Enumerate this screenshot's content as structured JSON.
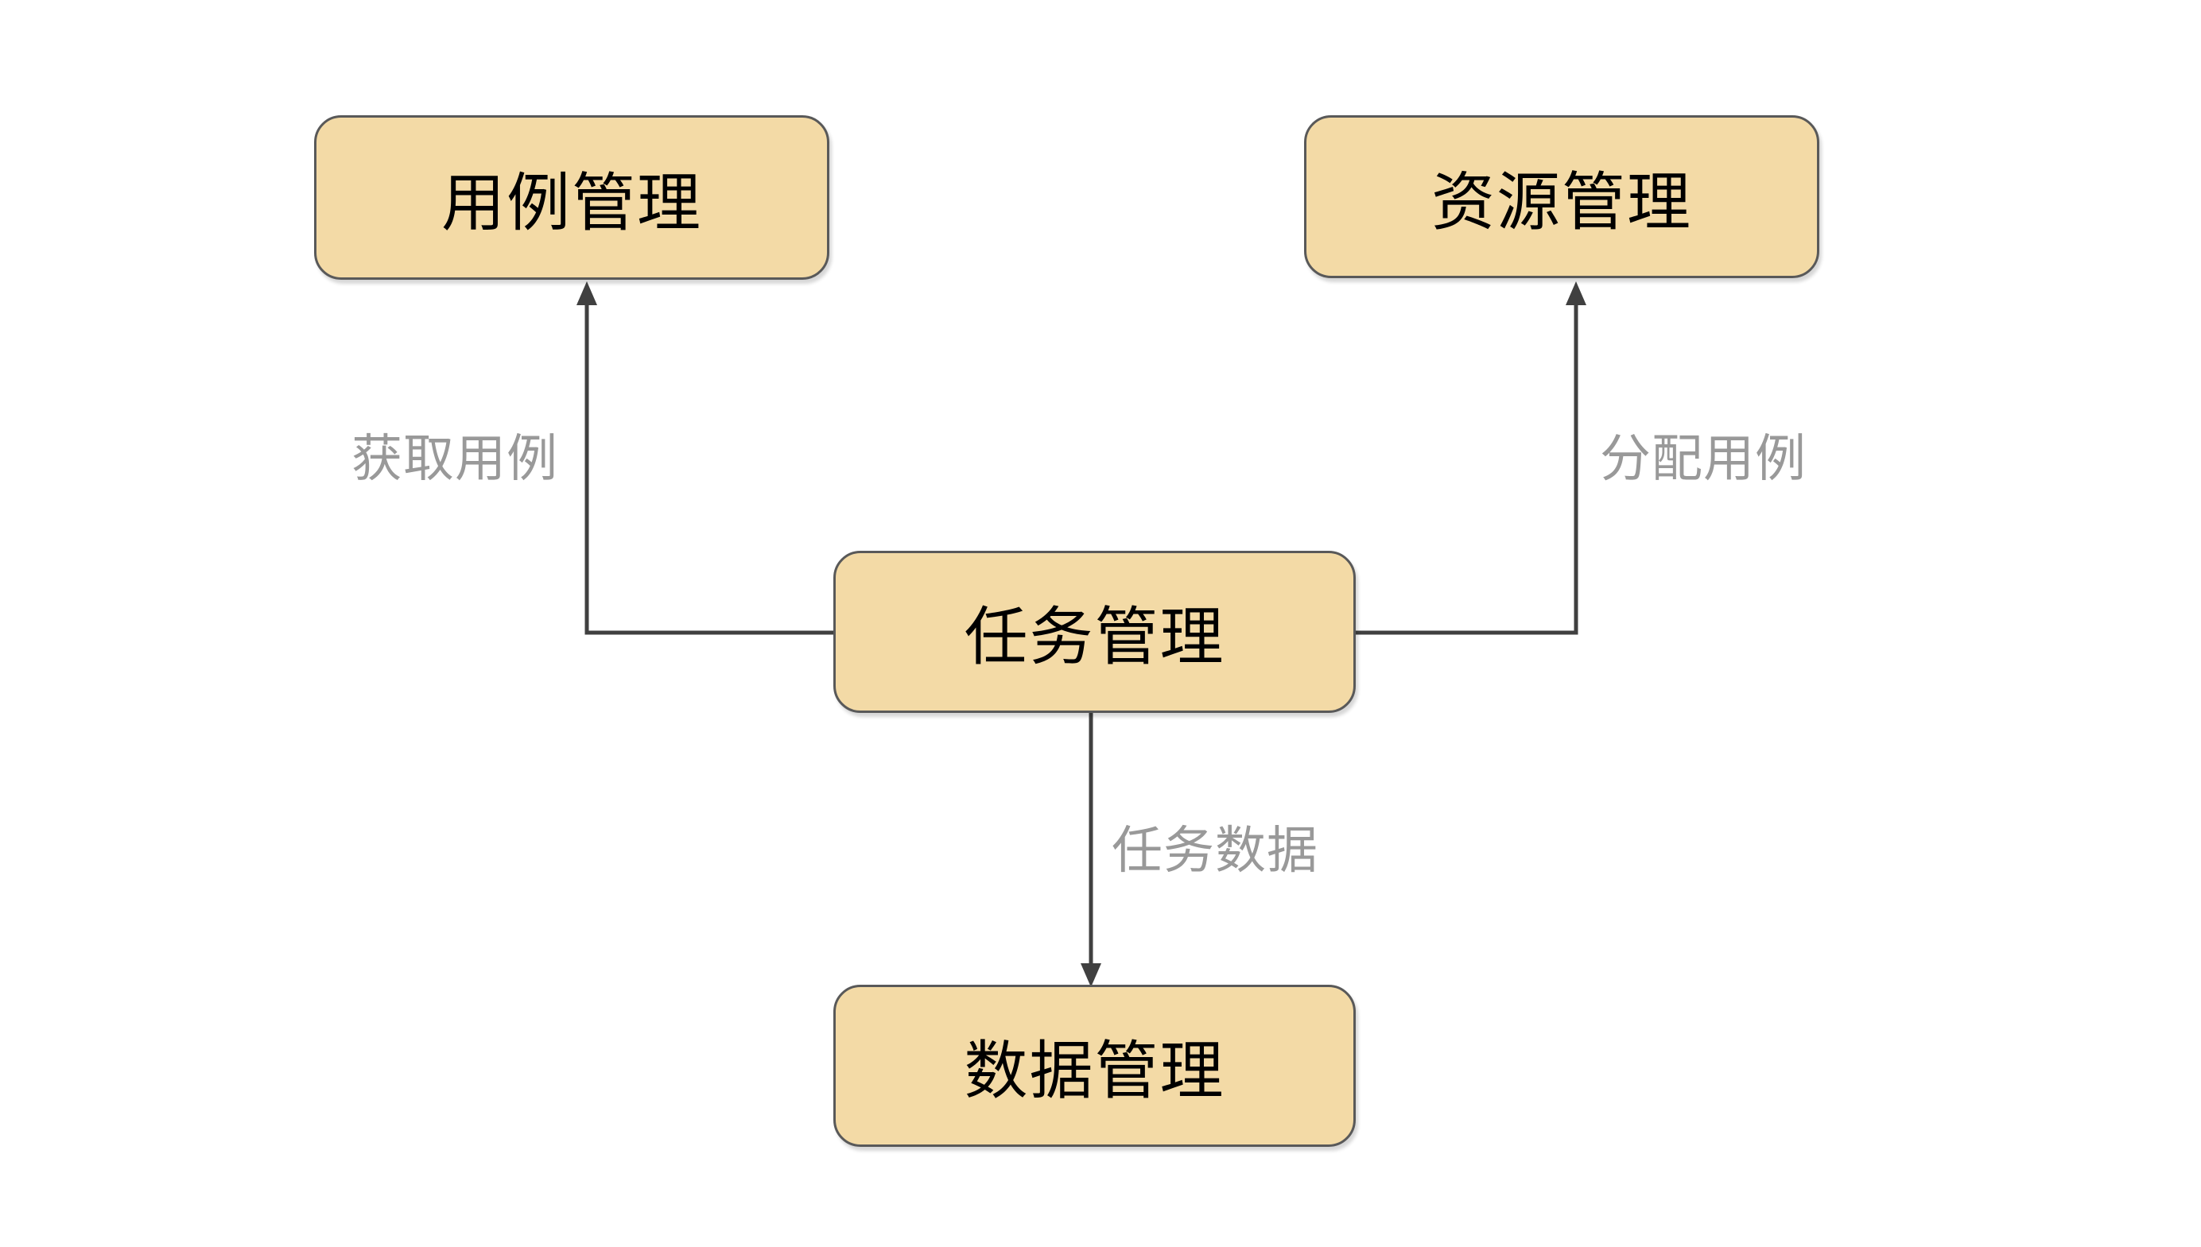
{
  "diagram": {
    "type": "flowchart",
    "colors": {
      "background": "#FFFFFF",
      "node_fill": "#F3DAA6",
      "node_border": "#595959",
      "node_text": "#000000",
      "edge_line": "#404040",
      "edge_label": "#999999"
    },
    "nodes": [
      {
        "id": "use-case-management",
        "label": "用例管理"
      },
      {
        "id": "resource-management",
        "label": "资源管理"
      },
      {
        "id": "task-management",
        "label": "任务管理"
      },
      {
        "id": "data-management",
        "label": "数据管理"
      }
    ],
    "edges": [
      {
        "from": "task-management",
        "to": "use-case-management",
        "label": "获取用例"
      },
      {
        "from": "task-management",
        "to": "resource-management",
        "label": "分配用例"
      },
      {
        "from": "task-management",
        "to": "data-management",
        "label": "任务数据"
      }
    ]
  }
}
